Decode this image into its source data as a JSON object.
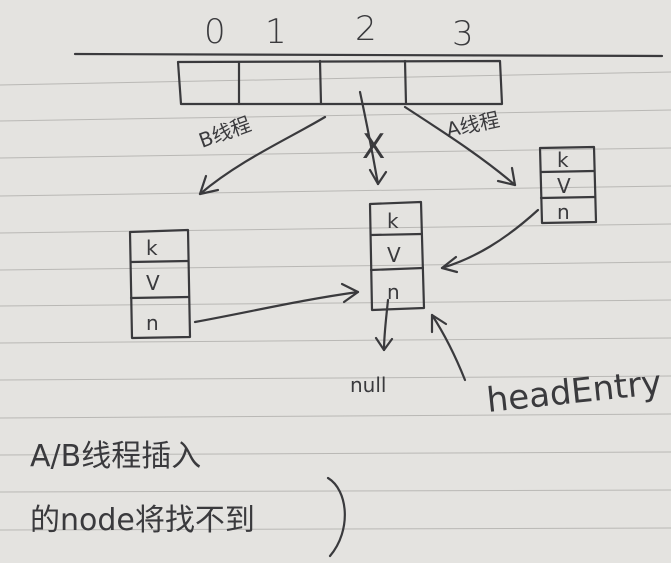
{
  "array": {
    "indices": [
      "0",
      "1",
      "2",
      "3"
    ]
  },
  "labels": {
    "thread_b": "B线程",
    "thread_a": "A线程",
    "blocked": "X",
    "null_text": "null",
    "head_entry": "headEntry"
  },
  "nodes": {
    "left": [
      "k",
      "V",
      "n"
    ],
    "center": [
      "k",
      "V",
      "n"
    ],
    "right": [
      "k",
      "V",
      "n"
    ]
  },
  "note": {
    "line1": "A/B线程插入",
    "line2": "的node将找不到"
  }
}
